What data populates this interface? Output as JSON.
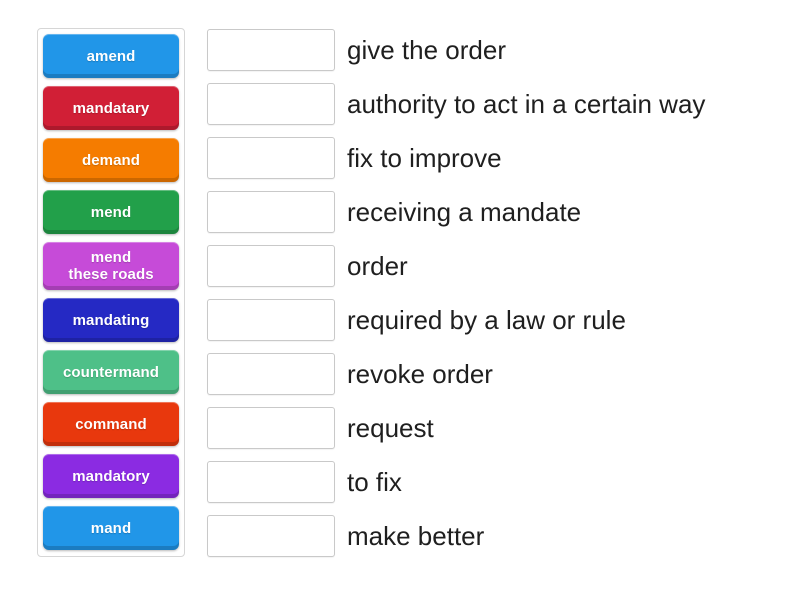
{
  "activity": {
    "type": "match-up",
    "tiles_panel": {
      "name": "draggable-word-tiles",
      "tiles": [
        {
          "label": "amend",
          "color": "#2196e8",
          "lines": 1
        },
        {
          "label": "mandatary",
          "color": "#d11f36",
          "lines": 1
        },
        {
          "label": "demand",
          "color": "#f57c00",
          "lines": 1
        },
        {
          "label": "mend",
          "color": "#22a04a",
          "lines": 1
        },
        {
          "label": "mend\nthese roads",
          "color": "#c64bd8",
          "lines": 2
        },
        {
          "label": "mandating",
          "color": "#2529c4",
          "lines": 1
        },
        {
          "label": "countermand",
          "color": "#4ec088",
          "lines": 1
        },
        {
          "label": "command",
          "color": "#e8380d",
          "lines": 1
        },
        {
          "label": "mandatory",
          "color": "#8b2be2",
          "lines": 1
        },
        {
          "label": "mand",
          "color": "#2196e8",
          "lines": 1
        }
      ]
    },
    "answers_panel": {
      "name": "definition-drop-rows",
      "rows": [
        {
          "definition": "give the order",
          "answer": ""
        },
        {
          "definition": "authority to act in a certain way",
          "answer": ""
        },
        {
          "definition": "fix to improve",
          "answer": ""
        },
        {
          "definition": "receiving a mandate",
          "answer": ""
        },
        {
          "definition": "order",
          "answer": ""
        },
        {
          "definition": "required by a law or rule",
          "answer": ""
        },
        {
          "definition": "revoke order",
          "answer": ""
        },
        {
          "definition": "request",
          "answer": ""
        },
        {
          "definition": "to fix",
          "answer": ""
        },
        {
          "definition": "make better",
          "answer": ""
        }
      ]
    },
    "colors": {
      "background": "#ffffff",
      "panel_border": "#d6d6d6",
      "drop_zone_border": "#c9c9c9",
      "definition_text": "#1f1f1f",
      "tile_text": "#ffffff"
    }
  }
}
